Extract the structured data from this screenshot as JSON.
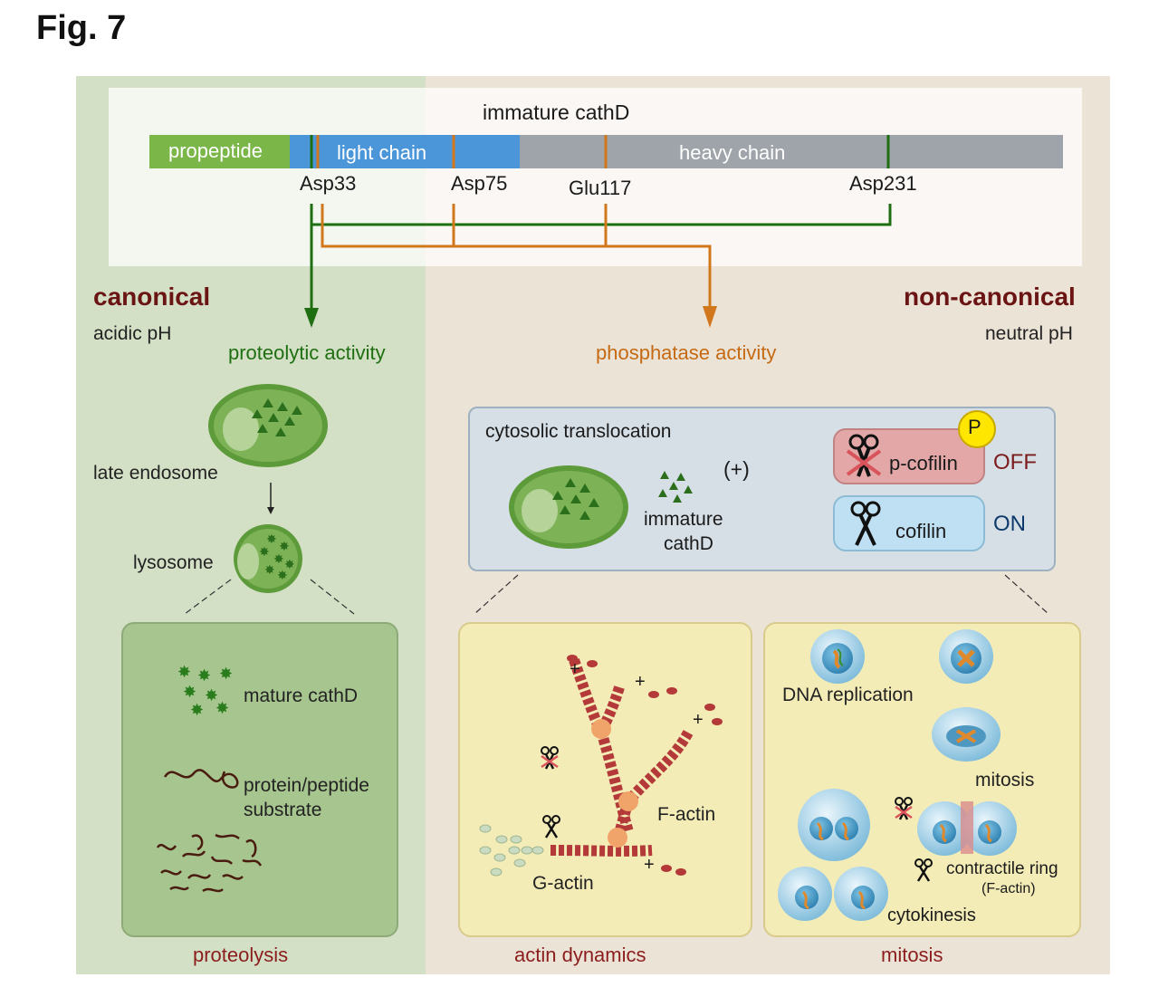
{
  "figure_label": "Fig. 7",
  "protein_bar": {
    "title": "immature cathD",
    "segments": {
      "propeptide": "propeptide",
      "light_chain": "light chain",
      "heavy_chain": "heavy chain"
    },
    "residues": [
      "Asp33",
      "Asp75",
      "Glu117",
      "Asp231"
    ]
  },
  "left_side": {
    "heading": "canonical",
    "ph": "acidic pH",
    "activity": "proteolytic activity",
    "late_endosome": "late endosome",
    "lysosome": "lysosome",
    "mature_cathd": "mature cathD",
    "substrate_line1": "protein/peptide",
    "substrate_line2": "substrate",
    "bottom_label": "proteolysis"
  },
  "right_side": {
    "heading": "non-canonical",
    "ph": "neutral pH",
    "activity": "phosphatase activity",
    "translocation": "cytosolic translocation",
    "immature_line1": "immature",
    "immature_line2": "cathD",
    "plus_sign": "(+)",
    "p_cofilin": "p-cofilin",
    "p_badge": "P",
    "off": "OFF",
    "cofilin": "cofilin",
    "on": "ON",
    "actin": {
      "g_actin": "G-actin",
      "f_actin": "F-actin",
      "plus": "+",
      "bottom_label": "actin dynamics"
    },
    "mitosis_panel": {
      "dna_replication": "DNA replication",
      "mitosis": "mitosis",
      "contractile_ring": "contractile ring",
      "f_actin_paren": "(F-actin)",
      "cytokinesis": "cytokinesis",
      "bottom_label": "mitosis"
    }
  },
  "colors": {
    "propeptide": "#7ab648",
    "light_chain": "#4a96d9",
    "heavy_chain": "#9ea4aa",
    "green_path": "#1f6f12",
    "orange_path": "#d2781c",
    "heading_red": "#6b1414"
  }
}
